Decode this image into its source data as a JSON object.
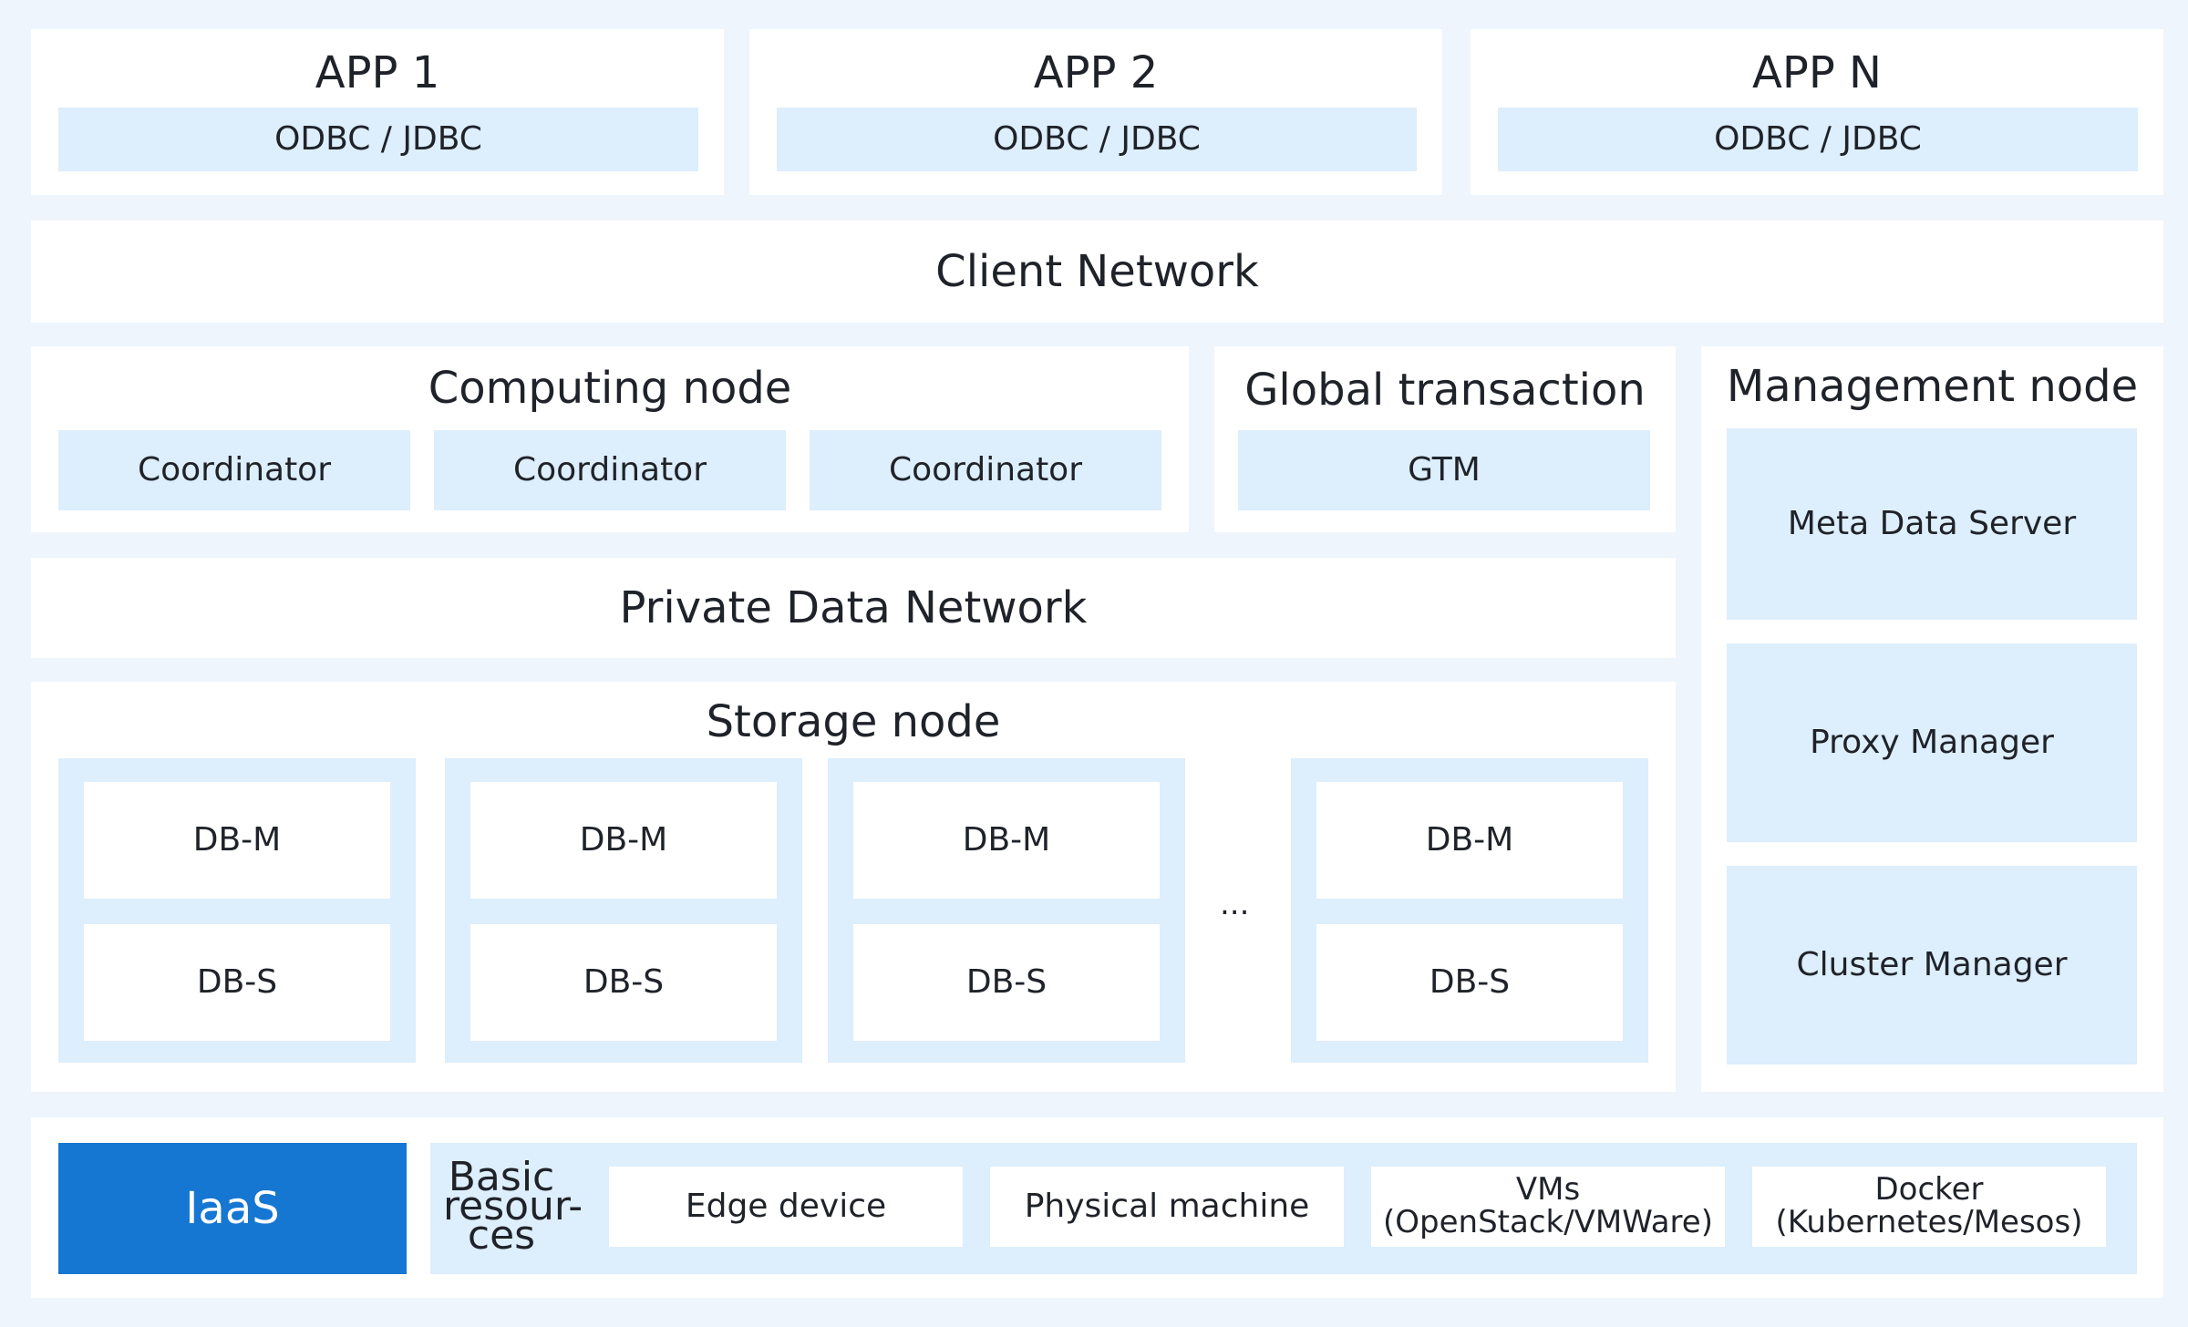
{
  "apps": [
    {
      "name": "APP 1",
      "driver": "ODBC / JDBC"
    },
    {
      "name": "APP 2",
      "driver": "ODBC / JDBC"
    },
    {
      "name": "APP N",
      "driver": "ODBC / JDBC"
    }
  ],
  "client_network": "Client Network",
  "computing_node": {
    "title": "Computing node",
    "coordinators": [
      "Coordinator",
      "Coordinator",
      "Coordinator"
    ]
  },
  "global_transaction": {
    "title": "Global transaction",
    "gtm": "GTM"
  },
  "management_node": {
    "title": "Management node",
    "items": [
      "Meta Data Server",
      "Proxy Manager",
      "Cluster Manager"
    ]
  },
  "private_data_network": "Private Data Network",
  "storage_node": {
    "title": "Storage node",
    "groups": [
      {
        "master": "DB-M",
        "slave": "DB-S"
      },
      {
        "master": "DB-M",
        "slave": "DB-S"
      },
      {
        "master": "DB-M",
        "slave": "DB-S"
      },
      {
        "master": "DB-M",
        "slave": "DB-S"
      }
    ],
    "ellipsis": "..."
  },
  "infrastructure": {
    "iaas": "IaaS",
    "basic_resources": [
      "Basic",
      "resour-",
      "ces"
    ],
    "resources": [
      {
        "line1": "Edge device",
        "line2": ""
      },
      {
        "line1": "Physical machine",
        "line2": ""
      },
      {
        "line1": "VMs",
        "line2": "(OpenStack/VMWare)"
      },
      {
        "line1": "Docker",
        "line2": "(Kubernetes/Mesos)"
      }
    ]
  },
  "colors": {
    "background": "#EEF5FD",
    "panel": "#FFFFFF",
    "tint": "#DDEEFC",
    "accent": "#1677D2"
  }
}
